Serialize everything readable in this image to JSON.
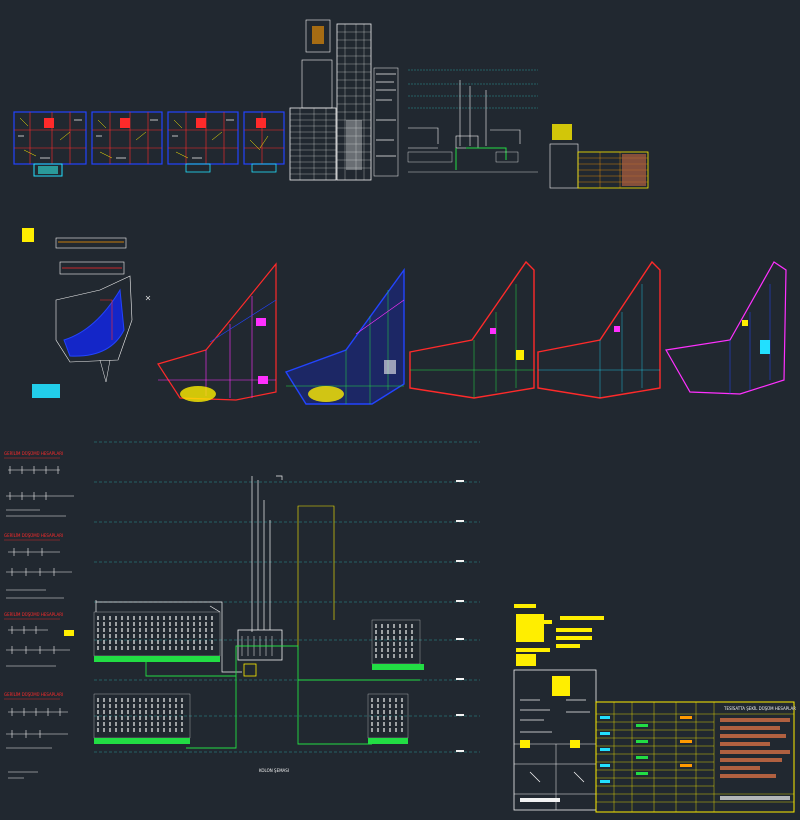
{
  "canvas": {
    "background": "#212830"
  },
  "palette": {
    "red": "#ff2a2a",
    "blue": "#2244ff",
    "cyan": "#22e0ff",
    "yellow": "#ffee00",
    "green": "#22dd44",
    "white": "#f2f2f2",
    "magenta": "#ff30ff",
    "teal": "#2a9a9a",
    "orange": "#ff9a00",
    "brown": "#b06040"
  },
  "sections": {
    "voltage_drop_headers": [
      "GERİLİM DÜŞÜMÜ HESAPLARI",
      "GERİLİM DÜŞÜMÜ HESAPLARI",
      "GERİLİM DÜŞÜMÜ HESAPLARI",
      "GERİLİM DÜŞÜMÜ HESAPLARI"
    ],
    "riser_caption": "KOLON ŞEMASI",
    "legend_table_title": "TESİSATTA ŞEKİL DÜŞÜM HESAPLAR"
  }
}
